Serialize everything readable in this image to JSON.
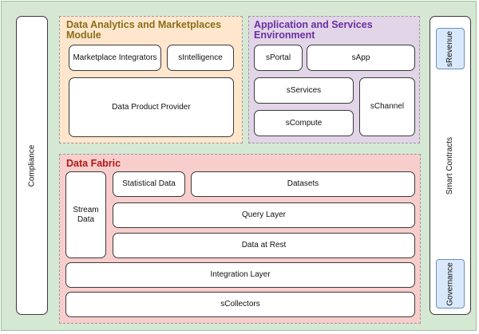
{
  "diagram": {
    "compliance": "Compliance",
    "smart_contracts": "Smart Contracts",
    "srevenue": "sRevenue",
    "governance": "Governance",
    "analytics": {
      "title": "Data Analytics and Marketplaces Module",
      "marketplace_integrators": "Marketplace Integrators",
      "sintelligence": "sIntelligence",
      "data_product_provider": "Data Product Provider"
    },
    "app_env": {
      "title": "Application and Services Environment",
      "sportal": "sPortal",
      "sapp": "sApp",
      "sservices": "sServices",
      "scompute": "sCompute",
      "schannel": "sChannel"
    },
    "data_fabric": {
      "title": "Data Fabric",
      "stream_data": "Stream Data",
      "statistical_data": "Statistical Data",
      "datasets": "Datasets",
      "query_layer": "Query Layer",
      "data_at_rest": "Data at Rest",
      "integration_layer": "Integration Layer",
      "scollectors": "sCollectors"
    },
    "colors": {
      "outer_bg": "#d5e8d4",
      "analytics_bg": "#ffe6cc",
      "analytics_title": "#8a6d1a",
      "app_env_bg": "#e1d5e7",
      "app_env_title": "#6a2ea3",
      "data_fabric_bg": "#f8cecc",
      "data_fabric_title": "#b01818",
      "side_pill_bg": "#dae8fc"
    }
  }
}
